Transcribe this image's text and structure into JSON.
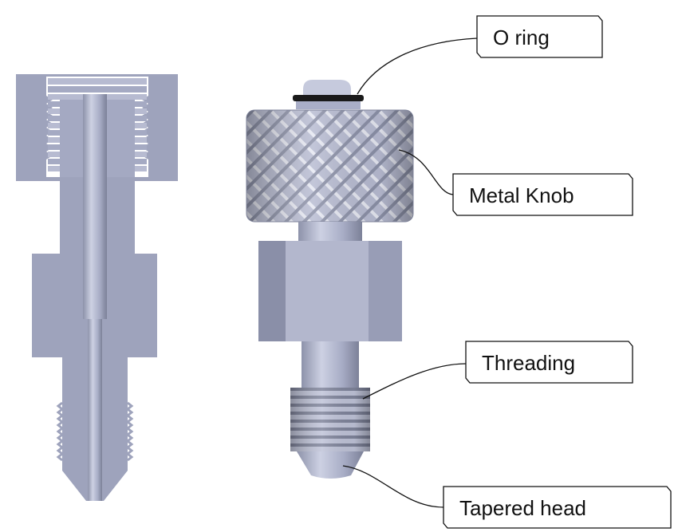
{
  "labels": {
    "o_ring": "O ring",
    "metal_knob": "Metal Knob",
    "threading": "Threading",
    "tapered_head": "Tapered head"
  },
  "colors": {
    "metal_light": "#c5c9dc",
    "metal_mid": "#a9aec8",
    "metal_dark": "#7d8299",
    "metal_deep": "#5e6276",
    "o_ring": "#1a1a1a",
    "leader": "#111111"
  }
}
